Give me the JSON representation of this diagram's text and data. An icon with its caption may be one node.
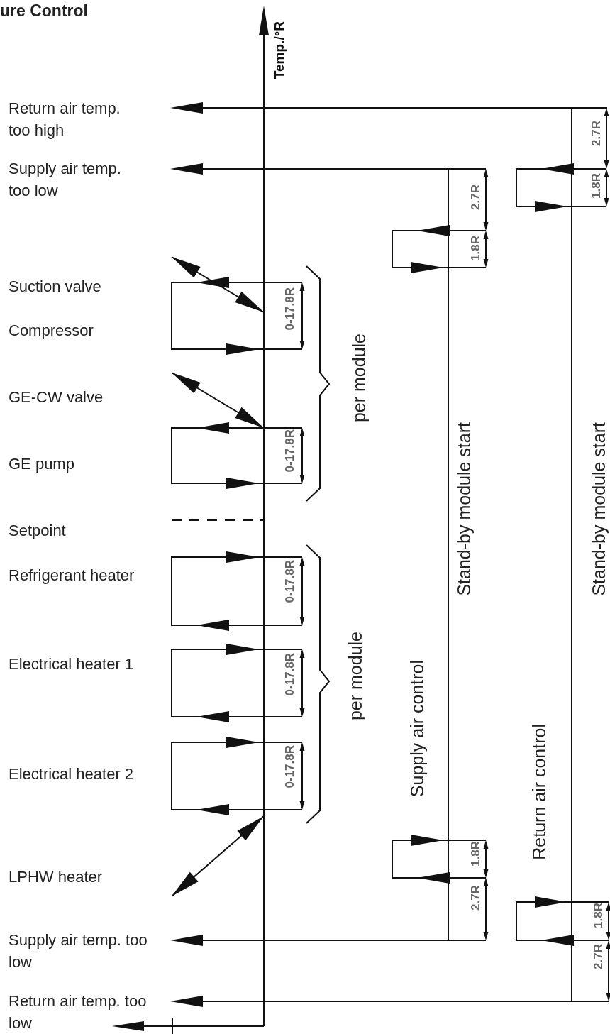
{
  "diagram": {
    "title": "ure Control",
    "labels": [
      "Temp./°R",
      "Return air temp. too high",
      "2.7R",
      "Supply air temp. too low",
      "2.7R",
      "1.8R",
      "1.8R",
      "Suction valve",
      "0-17.8R",
      "Compressor",
      "GE-CW valve",
      "per module",
      "0-17.8R",
      "Stand-by module start",
      "Stand-by module start",
      "GE pump",
      "Setpoint",
      "Refrigerant heater",
      "0-17.8R",
      "Electrical heater 1",
      "0-17.8R",
      "per module",
      "Supply air control",
      "Electrical heater 2",
      "0-17.8R",
      "Return air control",
      "LPHW heater",
      "1.8R",
      "2.7R",
      "1.8R",
      "Supply air temp. too low",
      "2.7R",
      "Return air temp. too low"
    ]
  }
}
